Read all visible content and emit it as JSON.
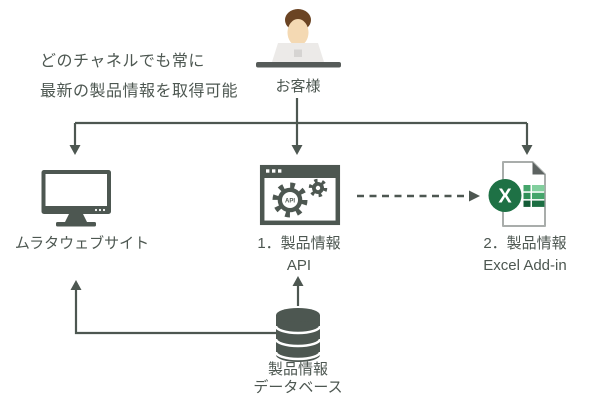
{
  "diagram": {
    "annotation": {
      "line1": "どのチャネルでも常に",
      "line2": "最新の製品情報を取得可能"
    },
    "customer": {
      "label": "お客様"
    },
    "website": {
      "label": "ムラタウェブサイト"
    },
    "api": {
      "number_label": "1．製品情報",
      "name": "API",
      "gear_text": "API"
    },
    "excel": {
      "number_label": "2．製品情報",
      "name": "Excel Add-in",
      "logo_letter": "X"
    },
    "database": {
      "label_line1": "製品情報",
      "label_line2": "データベース"
    }
  },
  "colors": {
    "slate": "#4d5751",
    "text": "#4d5751",
    "shirt_red": "#e94b3c",
    "skin": "#f4d9b3",
    "hair_brown": "#6b4423",
    "laptop_gray": "#eceae8",
    "desk_gray": "#565b59",
    "excel_green": "#1e7145",
    "grid_green_dark": "#145c37",
    "grid_green_mid": "#2f8f58",
    "grid_green_light": "#82cf9e",
    "doc_border": "#a9adab",
    "doc_fold": "#5d6361",
    "background": "#ffffff"
  }
}
